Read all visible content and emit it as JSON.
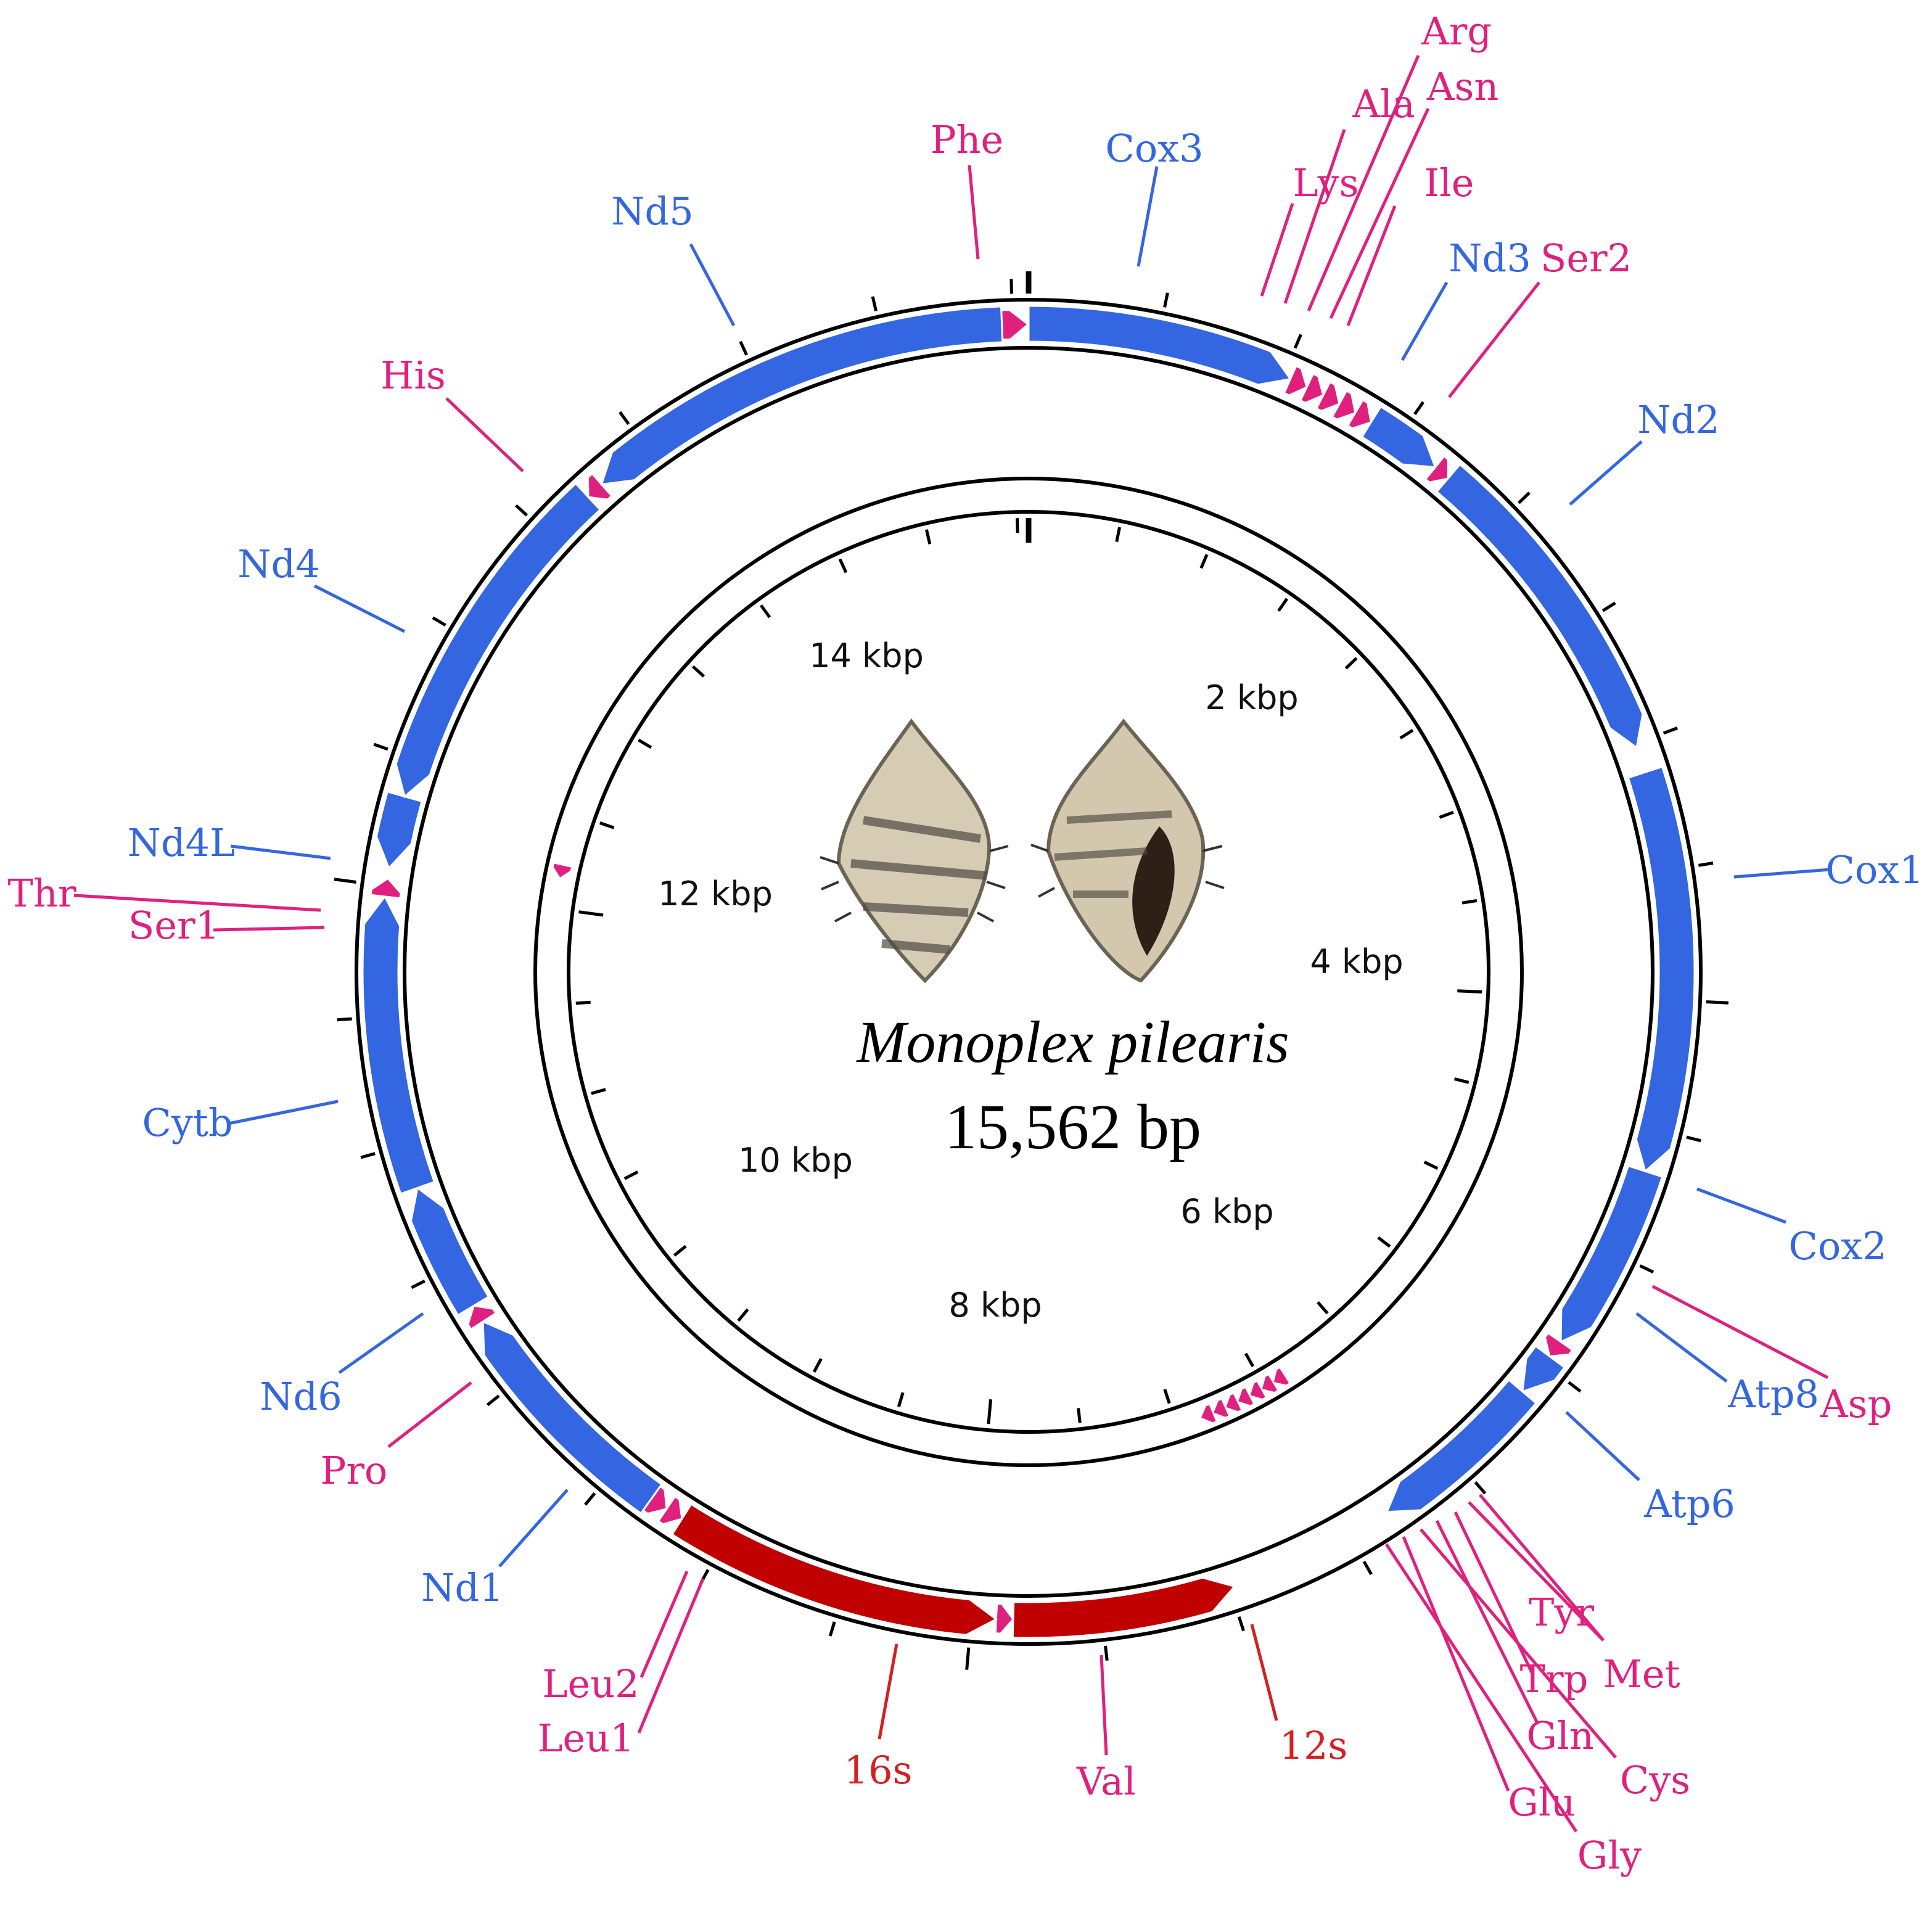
{
  "species": "Monoplex pilearis",
  "genome_length_label": "15,562 bp",
  "genome_length_bp": 15562,
  "colors": {
    "protein_coding": "#3366e0",
    "rrna": "#c00000",
    "trna": "#e0207e",
    "label_blue": "#3366e0",
    "label_red": "#d42020",
    "label_pink": "#e0207e",
    "ring": "#000000"
  },
  "kbp_labels": [
    "2 kbp",
    "4 kbp",
    "6 kbp",
    "8 kbp",
    "10 kbp",
    "12 kbp",
    "14 kbp"
  ],
  "outer_features": [
    {
      "type": "cds",
      "start": 0,
      "end": 1030,
      "strand": "+"
    },
    {
      "type": "trna",
      "start": 1030,
      "end": 1100,
      "strand": "+"
    },
    {
      "type": "trna",
      "start": 1100,
      "end": 1170,
      "strand": "+"
    },
    {
      "type": "trna",
      "start": 1170,
      "end": 1240,
      "strand": "+"
    },
    {
      "type": "trna",
      "start": 1240,
      "end": 1310,
      "strand": "+"
    },
    {
      "type": "trna",
      "start": 1310,
      "end": 1380,
      "strand": "+"
    },
    {
      "type": "cds",
      "start": 1380,
      "end": 1680,
      "strand": "+"
    },
    {
      "type": "trna",
      "start": 1680,
      "end": 1745,
      "strand": "+"
    },
    {
      "type": "cds",
      "start": 1745,
      "end": 3015,
      "strand": "+"
    },
    {
      "type": "cds",
      "start": 3115,
      "end": 4665,
      "strand": "+"
    },
    {
      "type": "cds",
      "start": 4665,
      "end": 5395,
      "strand": "+"
    },
    {
      "type": "trna",
      "start": 5395,
      "end": 5465,
      "strand": "+"
    },
    {
      "type": "cds",
      "start": 5465,
      "end": 5635,
      "strand": "+"
    },
    {
      "type": "cds",
      "start": 5635,
      "end": 6330,
      "strand": "+"
    },
    {
      "type": "rrna",
      "start": 6980,
      "end": 7840,
      "strand": "-"
    },
    {
      "type": "trna",
      "start": 7840,
      "end": 7905,
      "strand": "-"
    },
    {
      "type": "rrna",
      "start": 7905,
      "end": 9180,
      "strand": "-"
    },
    {
      "type": "trna",
      "start": 9180,
      "end": 9250,
      "strand": "-"
    },
    {
      "type": "trna",
      "start": 9250,
      "end": 9320,
      "strand": "-"
    },
    {
      "type": "cds",
      "start": 9320,
      "end": 10260,
      "strand": "+"
    },
    {
      "type": "trna",
      "start": 10260,
      "end": 10330,
      "strand": "+"
    },
    {
      "type": "cds",
      "start": 10330,
      "end": 10830,
      "strand": "+"
    },
    {
      "type": "cds",
      "start": 10830,
      "end": 11960,
      "strand": "+"
    },
    {
      "type": "trna",
      "start": 11960,
      "end": 12030,
      "strand": "+"
    },
    {
      "type": "cds",
      "start": 12070,
      "end": 12350,
      "strand": "-"
    },
    {
      "type": "cds",
      "start": 12350,
      "end": 13710,
      "strand": "-"
    },
    {
      "type": "trna",
      "start": 13710,
      "end": 13780,
      "strand": "-"
    },
    {
      "type": "cds",
      "start": 13780,
      "end": 15460,
      "strand": "-"
    },
    {
      "type": "trna",
      "start": 15460,
      "end": 15560,
      "strand": "+"
    }
  ],
  "inner_features": [
    {
      "type": "trna",
      "start": 12160,
      "end": 12230,
      "strand": "-"
    },
    {
      "type": "trna",
      "start": 6380,
      "end": 6450,
      "strand": "+"
    },
    {
      "type": "trna",
      "start": 6450,
      "end": 6520,
      "strand": "+"
    },
    {
      "type": "trna",
      "start": 6520,
      "end": 6590,
      "strand": "+"
    },
    {
      "type": "trna",
      "start": 6590,
      "end": 6660,
      "strand": "+"
    },
    {
      "type": "trna",
      "start": 6660,
      "end": 6730,
      "strand": "+"
    },
    {
      "type": "trna",
      "start": 6730,
      "end": 6800,
      "strand": "+"
    },
    {
      "type": "trna",
      "start": 6800,
      "end": 6870,
      "strand": "+"
    }
  ],
  "gene_labels": [
    {
      "text": "Cox3",
      "kind": "blue"
    },
    {
      "text": "Lys",
      "kind": "pink"
    },
    {
      "text": "Ala",
      "kind": "pink"
    },
    {
      "text": "Arg",
      "kind": "pink"
    },
    {
      "text": "Asn",
      "kind": "pink"
    },
    {
      "text": "Ile",
      "kind": "pink"
    },
    {
      "text": "Nd3",
      "kind": "blue"
    },
    {
      "text": "Ser2",
      "kind": "pink"
    },
    {
      "text": "Nd2",
      "kind": "blue"
    },
    {
      "text": "Cox1",
      "kind": "blue"
    },
    {
      "text": "Cox2",
      "kind": "blue"
    },
    {
      "text": "Asp",
      "kind": "pink"
    },
    {
      "text": "Atp8",
      "kind": "blue"
    },
    {
      "text": "Atp6",
      "kind": "blue"
    },
    {
      "text": "Tyr",
      "kind": "pink"
    },
    {
      "text": "Met",
      "kind": "pink"
    },
    {
      "text": "Trp",
      "kind": "pink"
    },
    {
      "text": "Gln",
      "kind": "pink"
    },
    {
      "text": "Cys",
      "kind": "pink"
    },
    {
      "text": "Glu",
      "kind": "pink"
    },
    {
      "text": "Gly",
      "kind": "pink"
    },
    {
      "text": "12s",
      "kind": "red"
    },
    {
      "text": "Val",
      "kind": "pink"
    },
    {
      "text": "16s",
      "kind": "red"
    },
    {
      "text": "Leu2",
      "kind": "pink"
    },
    {
      "text": "Leu1",
      "kind": "pink"
    },
    {
      "text": "Nd1",
      "kind": "blue"
    },
    {
      "text": "Pro",
      "kind": "pink"
    },
    {
      "text": "Nd6",
      "kind": "blue"
    },
    {
      "text": "Cytb",
      "kind": "blue"
    },
    {
      "text": "Thr",
      "kind": "pink"
    },
    {
      "text": "Ser1",
      "kind": "pink"
    },
    {
      "text": "Nd4L",
      "kind": "blue"
    },
    {
      "text": "Nd4",
      "kind": "blue"
    },
    {
      "text": "His",
      "kind": "pink"
    },
    {
      "text": "Nd5",
      "kind": "blue"
    },
    {
      "text": "Phe",
      "kind": "pink"
    }
  ]
}
